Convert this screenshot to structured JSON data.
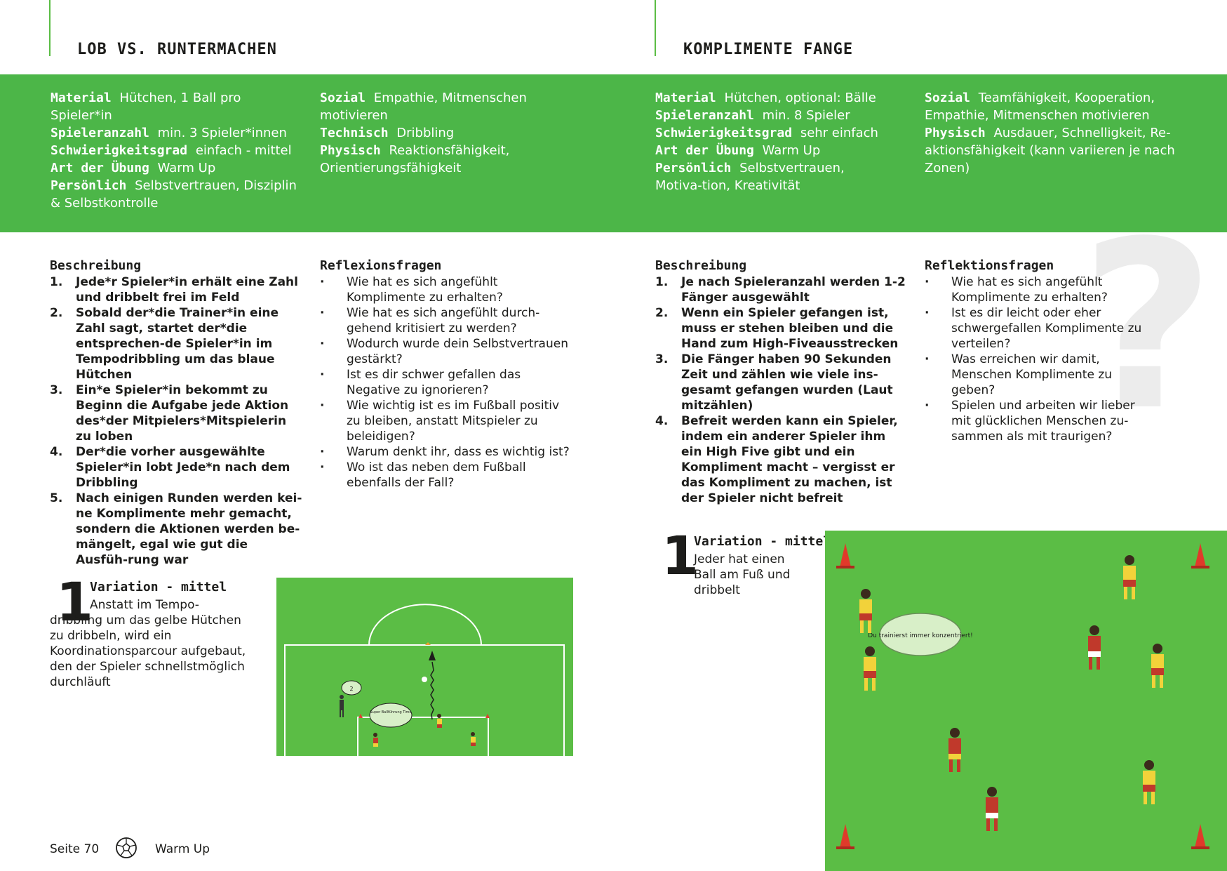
{
  "left": {
    "title": "LOB VS. RUNTERMACHEN",
    "props_col1": [
      {
        "label": "Material",
        "value": "Hütchen, 1 Ball pro Spieler*in"
      },
      {
        "label": "Spieleranzahl",
        "value": "min. 3 Spieler*innen"
      },
      {
        "label": "Schwierigkeitsgrad",
        "value": "einfach - mittel"
      },
      {
        "label": "Art der Übung",
        "value": "Warm Up"
      },
      {
        "label": "Persönlich",
        "value": "Selbstvertrauen, Disziplin & Selbstkontrolle"
      }
    ],
    "props_col2": [
      {
        "label": "Sozial",
        "value": "Empathie, Mitmenschen motivieren"
      },
      {
        "label": "Technisch",
        "value": "Dribbling"
      },
      {
        "label": "Physisch",
        "value": "Reaktionsfähigkeit, Orientierungsfähigkeit"
      }
    ],
    "desc_heading": "Beschreibung",
    "steps": [
      {
        "num": "1.",
        "text": "Jede*r Spieler*in erhält eine Zahl und dribbelt frei im Feld"
      },
      {
        "num": "2.",
        "text": "Sobald der*die Trainer*in eine Zahl sagt, startet der*die entsprechen-de Spieler*in im Tempodribbling um das blaue Hütchen"
      },
      {
        "num": "3.",
        "text": "Ein*e Spieler*in bekommt zu Beginn die Aufgabe jede Aktion des*der Mitpielers*Mitspielerin zu loben"
      },
      {
        "num": "4.",
        "text": "Der*die vorher ausgewählte Spieler*in lobt Jede*n nach dem Dribbling"
      },
      {
        "num": "5.",
        "text": "Nach einigen Runden werden kei-ne Komplimente mehr gemacht, sondern die Aktionen werden be-mängelt, egal wie gut die Ausfüh-rung war"
      }
    ],
    "refl_heading": "Reflexionsfragen",
    "questions": [
      "Wie hat es sich angefühlt Komplimente zu erhalten?",
      "Wie hat es sich angefühlt durch-gehend kritisiert zu werden?",
      "Wodurch wurde dein Selbstvertrauen gestärkt?",
      "Ist es dir schwer gefallen das Negative zu ignorieren?",
      "Wie wichtig ist es im Fußball positiv zu bleiben, anstatt Mitspieler zu beleidigen?",
      "Warum denkt ihr, dass es wichtig ist?",
      "Wo ist das neben dem Fußball ebenfalls der Fall?"
    ],
    "variation": {
      "number": "1",
      "title": "Variation - mittel",
      "text": "Anstatt im Tempo-dribbling um das gelbe Hütchen zu dribbeln, wird ein Koordinationsparcour aufgebaut, den der Spieler schnellstmöglich durchläuft"
    },
    "diagram": {
      "bubble_small": "2",
      "bubble_large": "Super Ballführung Timo"
    }
  },
  "right": {
    "title": "KOMPLIMENTE FANGE",
    "props_col1": [
      {
        "label": "Material",
        "value": "Hütchen, optional: Bälle"
      },
      {
        "label": "Spieleranzahl",
        "value": "min. 8 Spieler"
      },
      {
        "label": "Schwierigkeitsgrad",
        "value": "sehr einfach"
      },
      {
        "label": "Art der Übung",
        "value": "Warm Up"
      },
      {
        "label": "Persönlich",
        "value": "Selbstvertrauen, Motiva-tion, Kreativität"
      }
    ],
    "props_col2": [
      {
        "label": "Sozial",
        "value": "Teamfähigkeit, Kooperation, Empathie, Mitmenschen motivieren"
      },
      {
        "label": "Physisch",
        "value": "Ausdauer, Schnelligkeit, Re-aktionsfähigkeit (kann variieren je nach Zonen)"
      }
    ],
    "desc_heading": "Beschreibung",
    "steps": [
      {
        "num": "1.",
        "text": "Je nach Spieleranzahl werden 1-2 Fänger ausgewählt"
      },
      {
        "num": "2.",
        "text": "Wenn ein Spieler gefangen ist, muss er stehen bleiben und die Hand zum High-Fiveausstrecken"
      },
      {
        "num": "3.",
        "text": "Die Fänger haben 90 Sekunden Zeit und zählen wie viele ins-gesamt gefangen wurden (Laut mitzählen)"
      },
      {
        "num": "4.",
        "text": "Befreit werden kann ein Spieler, indem ein anderer Spieler ihm ein High Five gibt und ein Kompliment macht – vergisst er das Kompliment zu machen, ist der Spieler nicht befreit"
      }
    ],
    "refl_heading": "Reflektionsfragen",
    "questions": [
      "Wie hat es sich angefühlt Komplimente zu erhalten?",
      "Ist es dir leicht oder eher schwergefallen Komplimente zu verteilen?",
      "Was erreichen wir damit, Menschen Komplimente zu geben?",
      "Spielen und arbeiten wir lieber mit glücklichen Menschen zu-sammen als mit traurigen?"
    ],
    "variation": {
      "number": "1",
      "title": "Variation - mittel",
      "text": "Jeder hat einen Ball am Fuß und dribbelt"
    },
    "diagram": {
      "bubble": "Du trainierst immer konzentriert!"
    },
    "decor_glyph": "?"
  },
  "footer": {
    "page": "Seite 70",
    "section": "Warm Up"
  },
  "colors": {
    "green_band": "#4cb648",
    "field_green": "#5bbd45",
    "text": "#1d1d1b"
  }
}
